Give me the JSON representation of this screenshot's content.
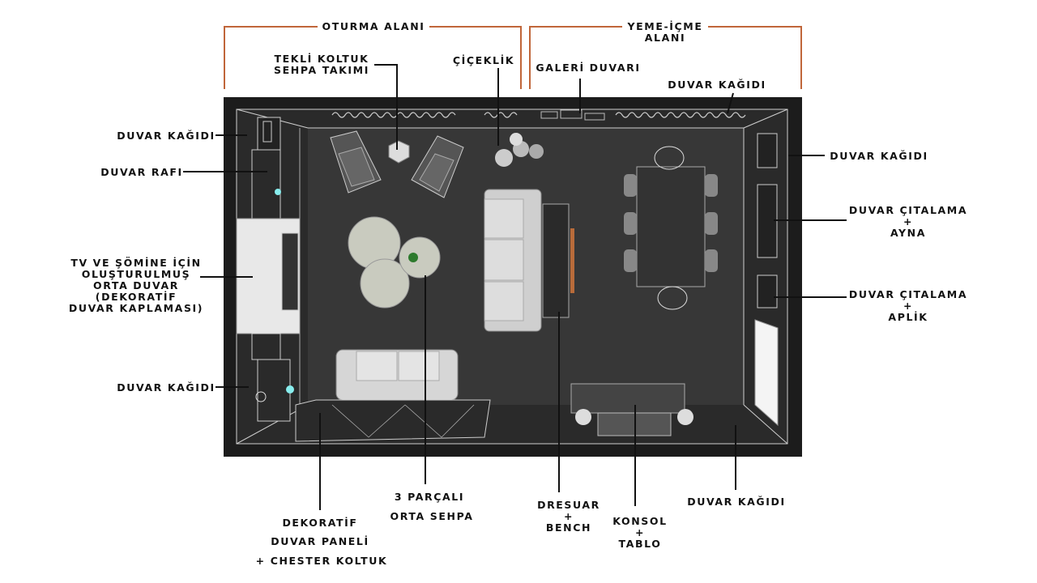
{
  "zones": {
    "sitting": "OTURMA ALANI",
    "dining_line1": "YEME-İÇME",
    "dining_line2": "ALANI"
  },
  "labels": {
    "single_armchair_line1": "TEKLİ KOLTUK",
    "single_armchair_line2": "SEHPA TAKIMI",
    "planter": "ÇİÇEKLİK",
    "gallery_wall": "GALERİ DUVARI",
    "wallpaper_top": "DUVAR KAĞIDI",
    "wallpaper_left_top": "DUVAR KAĞIDI",
    "wall_shelf": "DUVAR RAFI",
    "tv_line1": "TV VE ŞÖMİNE İÇİN",
    "tv_line2": "OLUŞTURULMUŞ",
    "tv_line3": "ORTA DUVAR",
    "tv_line4": "(DEKORATİF",
    "tv_line5": "DUVAR KAPLAMASI)",
    "wallpaper_left_bottom": "DUVAR KAĞIDI",
    "wallpaper_right_top": "DUVAR KAĞIDI",
    "trim_mirror_line1": "DUVAR ÇITALAMA",
    "trim_mirror_line2": "+",
    "trim_mirror_line3": "AYNA",
    "trim_sconce_line1": "DUVAR ÇITALAMA",
    "trim_sconce_line2": "+",
    "trim_sconce_line3": "APLİK",
    "decor_panel_line1": "DEKORATİF",
    "decor_panel_line2": "DUVAR PANELİ",
    "decor_panel_line3": "+ CHESTER KOLTUK",
    "coffee_table_line1": "3 PARÇALI",
    "coffee_table_line2": "ORTA SEHPA",
    "dresser_line1": "DRESUAR",
    "dresser_line2": "+",
    "dresser_line3": "BENCH",
    "console_line1": "KONSOL",
    "console_line2": "+",
    "console_line3": "TABLO",
    "wallpaper_bottom_right": "DUVAR KAĞIDI"
  },
  "colors": {
    "bracket": "#c0663a",
    "floor": "#3a3a3a",
    "wall": "#1a1a1a",
    "leader": "#111111"
  }
}
